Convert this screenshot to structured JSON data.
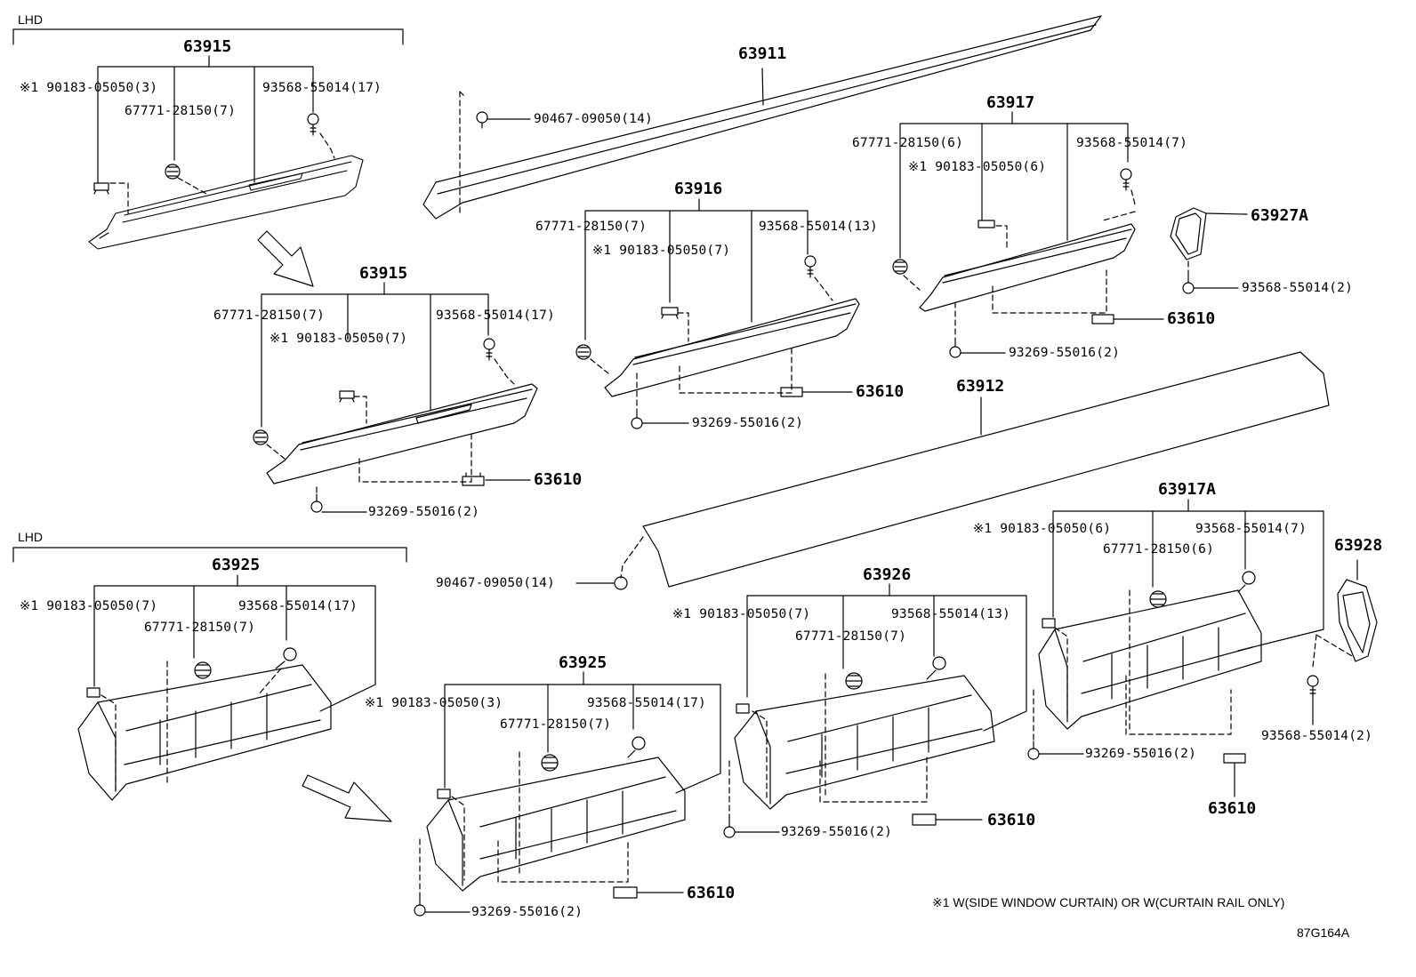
{
  "diagram": {
    "lhd_upper": "LHD",
    "lhd_lower": "LHD",
    "groups": {
      "g63915a": "63915",
      "g63915b": "63915",
      "g63916": "63916",
      "g63917": "63917",
      "g63911": "63911",
      "g63912": "63912",
      "g63925a": "63925",
      "g63925b": "63925",
      "g63926": "63926",
      "g63917a": "63917A",
      "g63927a": "63927A",
      "g63928": "63928"
    },
    "parts": {
      "p1": "※1 90183-05050(3)",
      "p2": "67771-28150(7)",
      "p3": "93568-55014(17)",
      "p4": "67771-28150(7)",
      "p5": "※1 90183-05050(7)",
      "p6": "93568-55014(17)",
      "p7": "93269-55016(2)",
      "p8": "63610",
      "p9": "90467-09050(14)",
      "p10": "67771-28150(7)",
      "p11": "※1 90183-05050(7)",
      "p12": "93568-55014(13)",
      "p13": "93269-55016(2)",
      "p14": "63610",
      "p15": "67771-28150(6)",
      "p16": "※1 90183-05050(6)",
      "p17": "93568-55014(7)",
      "p18": "93269-55016(2)",
      "p19": "63610",
      "p20": "93568-55014(2)",
      "p21": "90467-09050(14)",
      "p22": "※1 90183-05050(7)",
      "p23": "67771-28150(7)",
      "p24": "93568-55014(17)",
      "p25": "※1 90183-05050(3)",
      "p26": "67771-28150(7)",
      "p27": "93568-55014(17)",
      "p28": "93269-55016(2)",
      "p29": "63610",
      "p30": "※1 90183-05050(7)",
      "p31": "67771-28150(7)",
      "p32": "93568-55014(13)",
      "p33": "93269-55016(2)",
      "p34": "63610",
      "p35": "※1 90183-05050(6)",
      "p36": "67771-28150(6)",
      "p37": "93568-55014(7)",
      "p38": "93269-55016(2)",
      "p39": "63610",
      "p40": "93568-55014(2)"
    },
    "footnote": "※1 W(SIDE WINDOW CURTAIN) OR W(CURTAIN RAIL ONLY)",
    "diagram_id": "87G164A"
  }
}
